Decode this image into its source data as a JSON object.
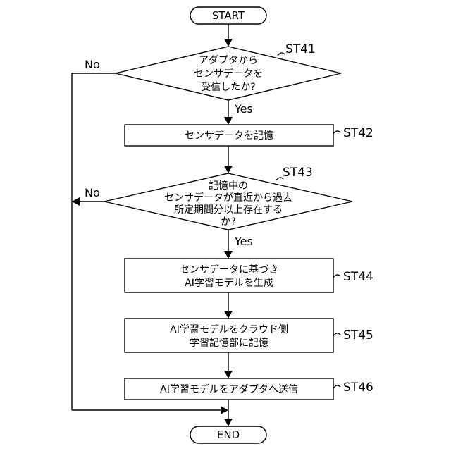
{
  "diagram": {
    "start": "START",
    "end": "END",
    "steps": {
      "st41": {
        "id": "ST41",
        "lines": [
          "アダプタから",
          "センサデータを",
          "受信したか?"
        ]
      },
      "st42": {
        "id": "ST42",
        "lines": [
          "センサデータを記憶"
        ]
      },
      "st43": {
        "id": "ST43",
        "lines": [
          "記憶中の",
          "センサデータが直近から過去",
          "所定期間分以上存在する",
          "か?"
        ]
      },
      "st44": {
        "id": "ST44",
        "lines": [
          "センサデータに基づき",
          "AI学習モデルを生成"
        ]
      },
      "st45": {
        "id": "ST45",
        "lines": [
          "AI学習モデルをクラウド側",
          "学習記憶部に記憶"
        ]
      },
      "st46": {
        "id": "ST46",
        "lines": [
          "AI学習モデルをアダプタへ送信"
        ]
      }
    },
    "branches": {
      "st41_yes": "Yes",
      "st41_no": "No",
      "st43_yes": "Yes",
      "st43_no": "No"
    }
  }
}
